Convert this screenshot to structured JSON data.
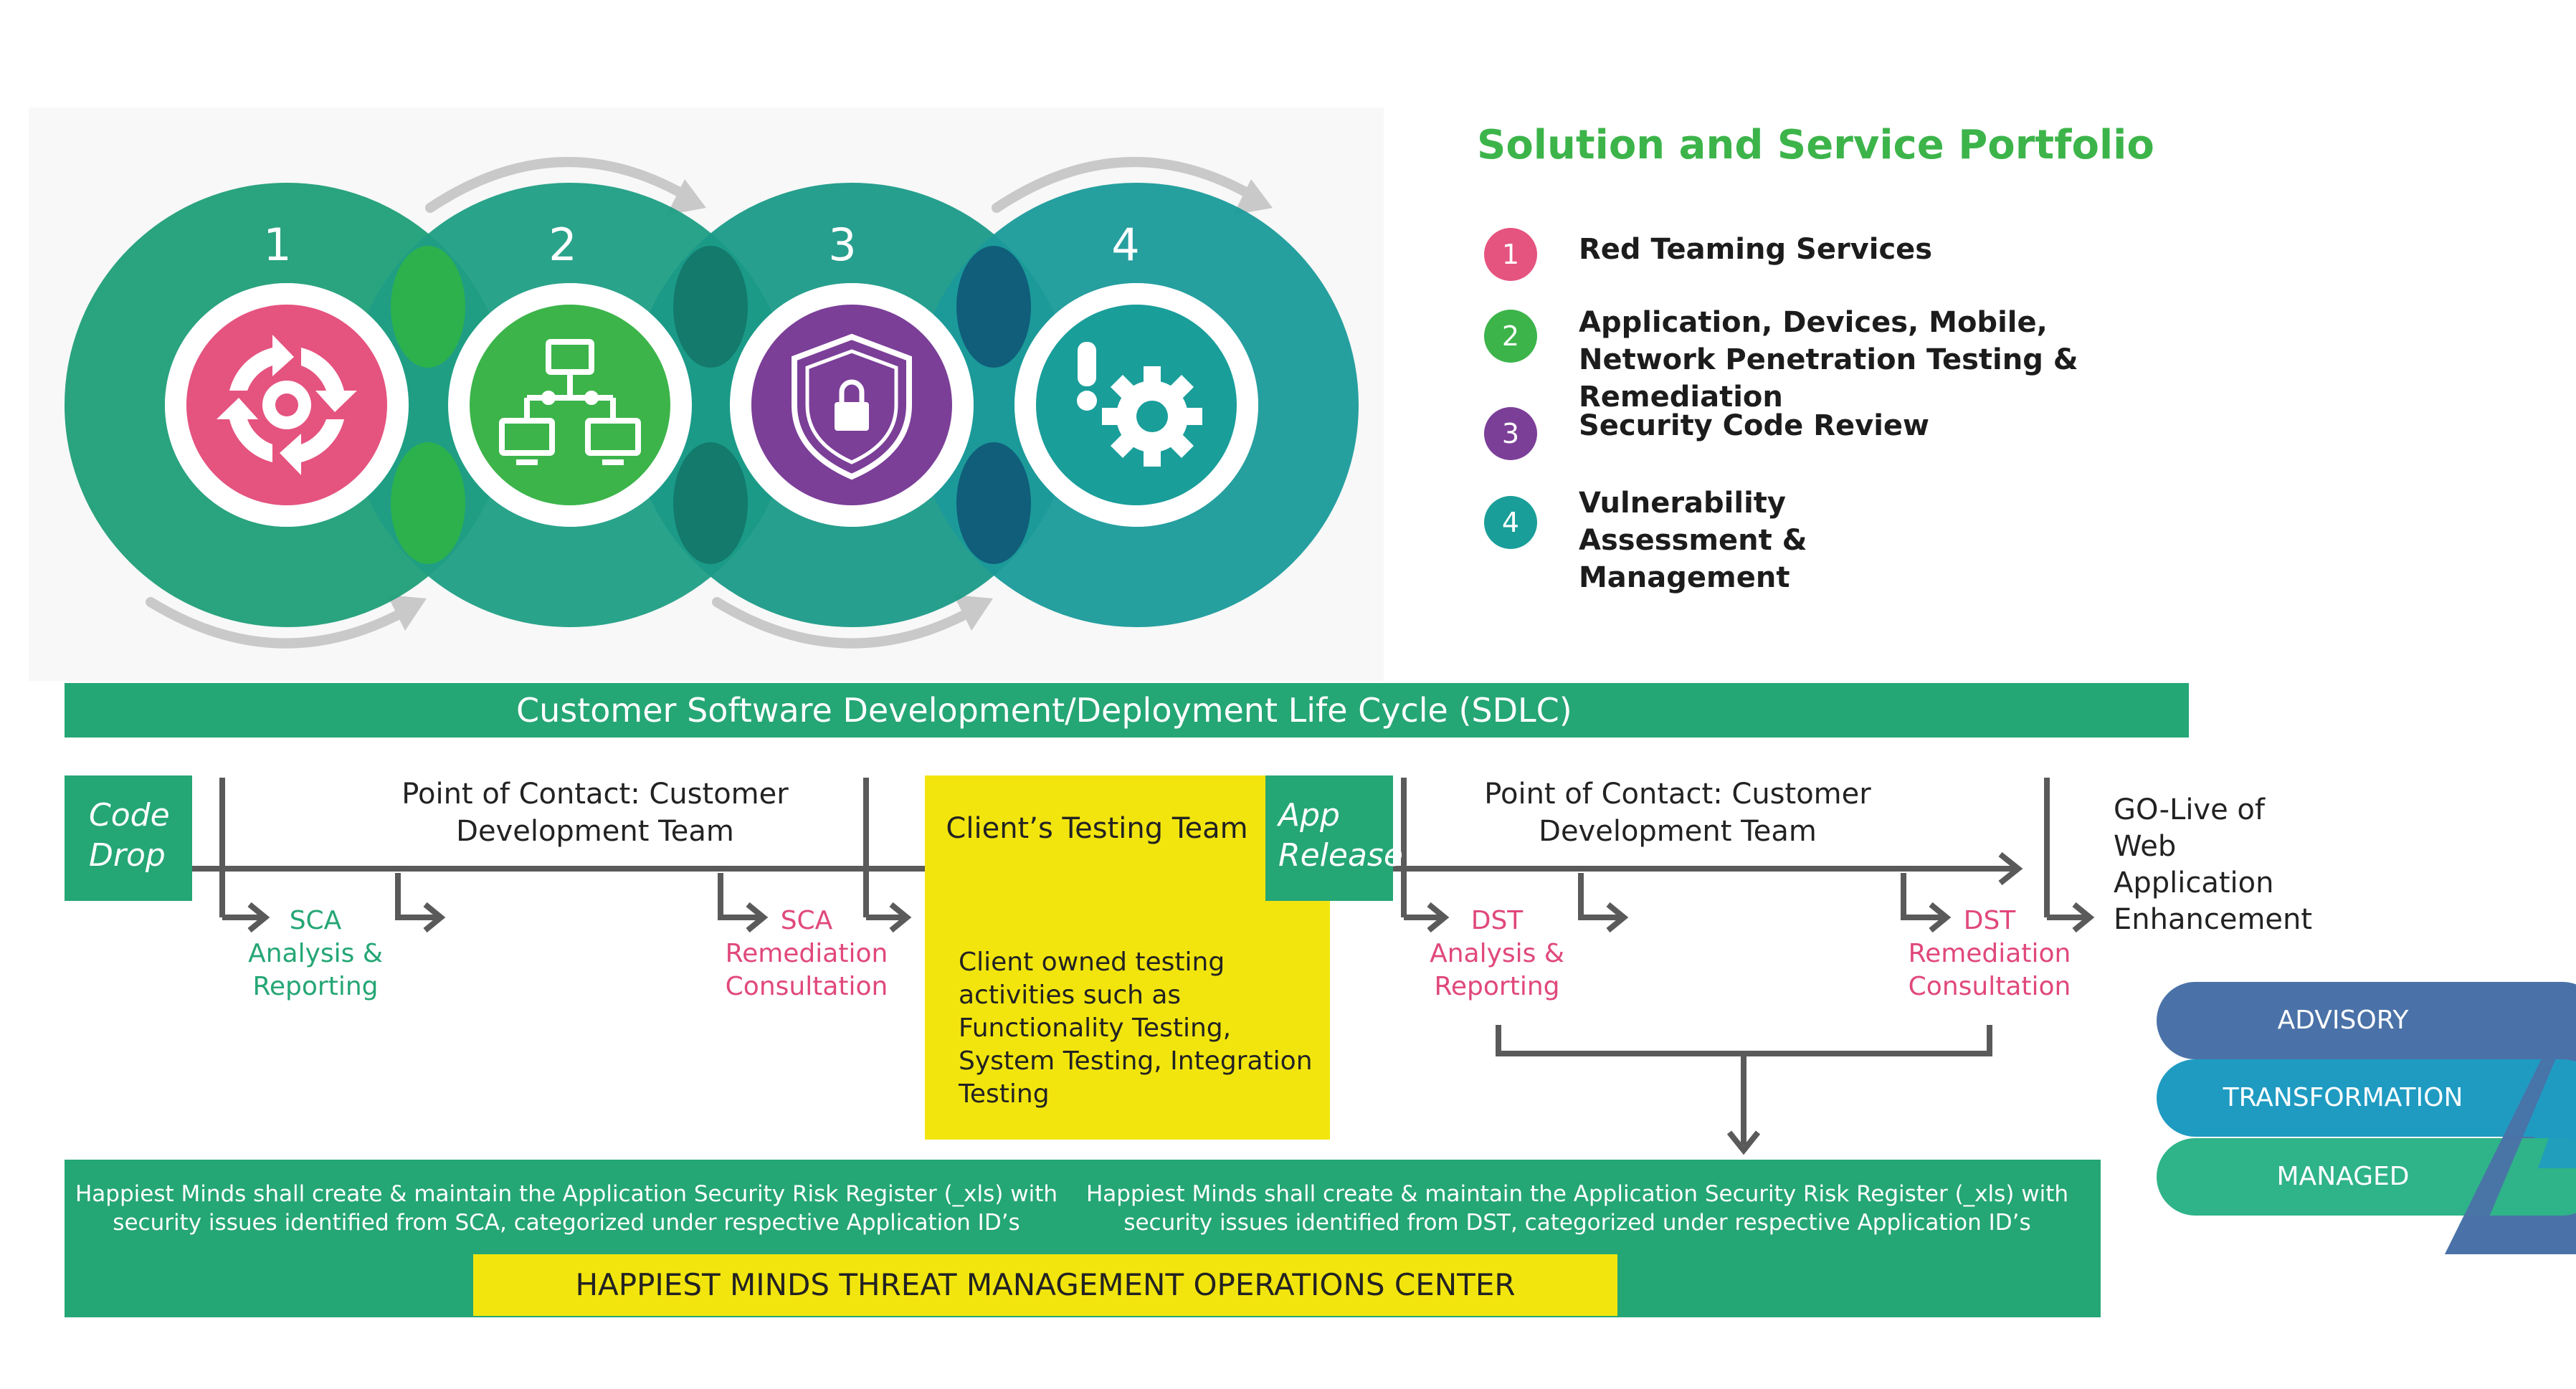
{
  "cycle": {
    "numbers": [
      "1",
      "2",
      "3",
      "4"
    ],
    "icons": [
      "refresh-cycle-icon",
      "network-icon",
      "shield-lock-icon",
      "alert-gear-icon"
    ],
    "colors": {
      "ring": "#1f9e78",
      "pink": "#e5537f",
      "green": "#3cb44a",
      "purple": "#7b3f98",
      "teal": "#1a9e9a"
    }
  },
  "portfolio": {
    "title": "Solution and Service Portfolio",
    "items": [
      {
        "num": "1",
        "label": "Red Teaming Services",
        "color": "#e5537f"
      },
      {
        "num": "2",
        "label": "Application, Devices, Mobile, Network Penetration Testing & Remediation",
        "color": "#3cb44a"
      },
      {
        "num": "3",
        "label": "Security Code Review",
        "color": "#7b3f98"
      },
      {
        "num": "4",
        "label": "Vulnerability Assessment & Management",
        "color": "#1a9e9a"
      }
    ]
  },
  "sdlc": {
    "bar": "Customer Software Development/Deployment Life Cycle (SDLC)",
    "code_drop": "Code Drop",
    "poc1": "Point of Contact: Customer Development Team",
    "client_testing": "Client’s Testing Team",
    "client_testing_desc": "Client owned testing activities such as Functionality Testing, System Testing, Integration Testing",
    "app_release": "App Release",
    "poc2": "Point of Contact: Customer Development Team",
    "golive": "GO-Live of Web Application Enhancement",
    "steps": {
      "sca1": "SCA Analysis & Reporting",
      "sca2": "SCA Remediation Consultation",
      "dst1": "DST Analysis & Reporting",
      "dst2": "DST Remediation Consultation"
    }
  },
  "register": {
    "left": "Happiest Minds shall create & maintain the Application Security Risk Register (_xls) with security issues identified from SCA, categorized under respective Application ID’s",
    "right": "Happiest Minds shall create & maintain the Application Security Risk Register (_xls) with security issues identified from DST, categorized under respective Application ID’s",
    "center": "HAPPIEST MINDS THREAT MANAGEMENT OPERATIONS CENTER"
  },
  "model": {
    "layers": [
      {
        "label": "ADVISORY",
        "color": "#4a72a8"
      },
      {
        "label": "TRANSFORMATION",
        "color": "#1f9bc2"
      },
      {
        "label": "MANAGED",
        "color": "#2fb389"
      }
    ]
  }
}
